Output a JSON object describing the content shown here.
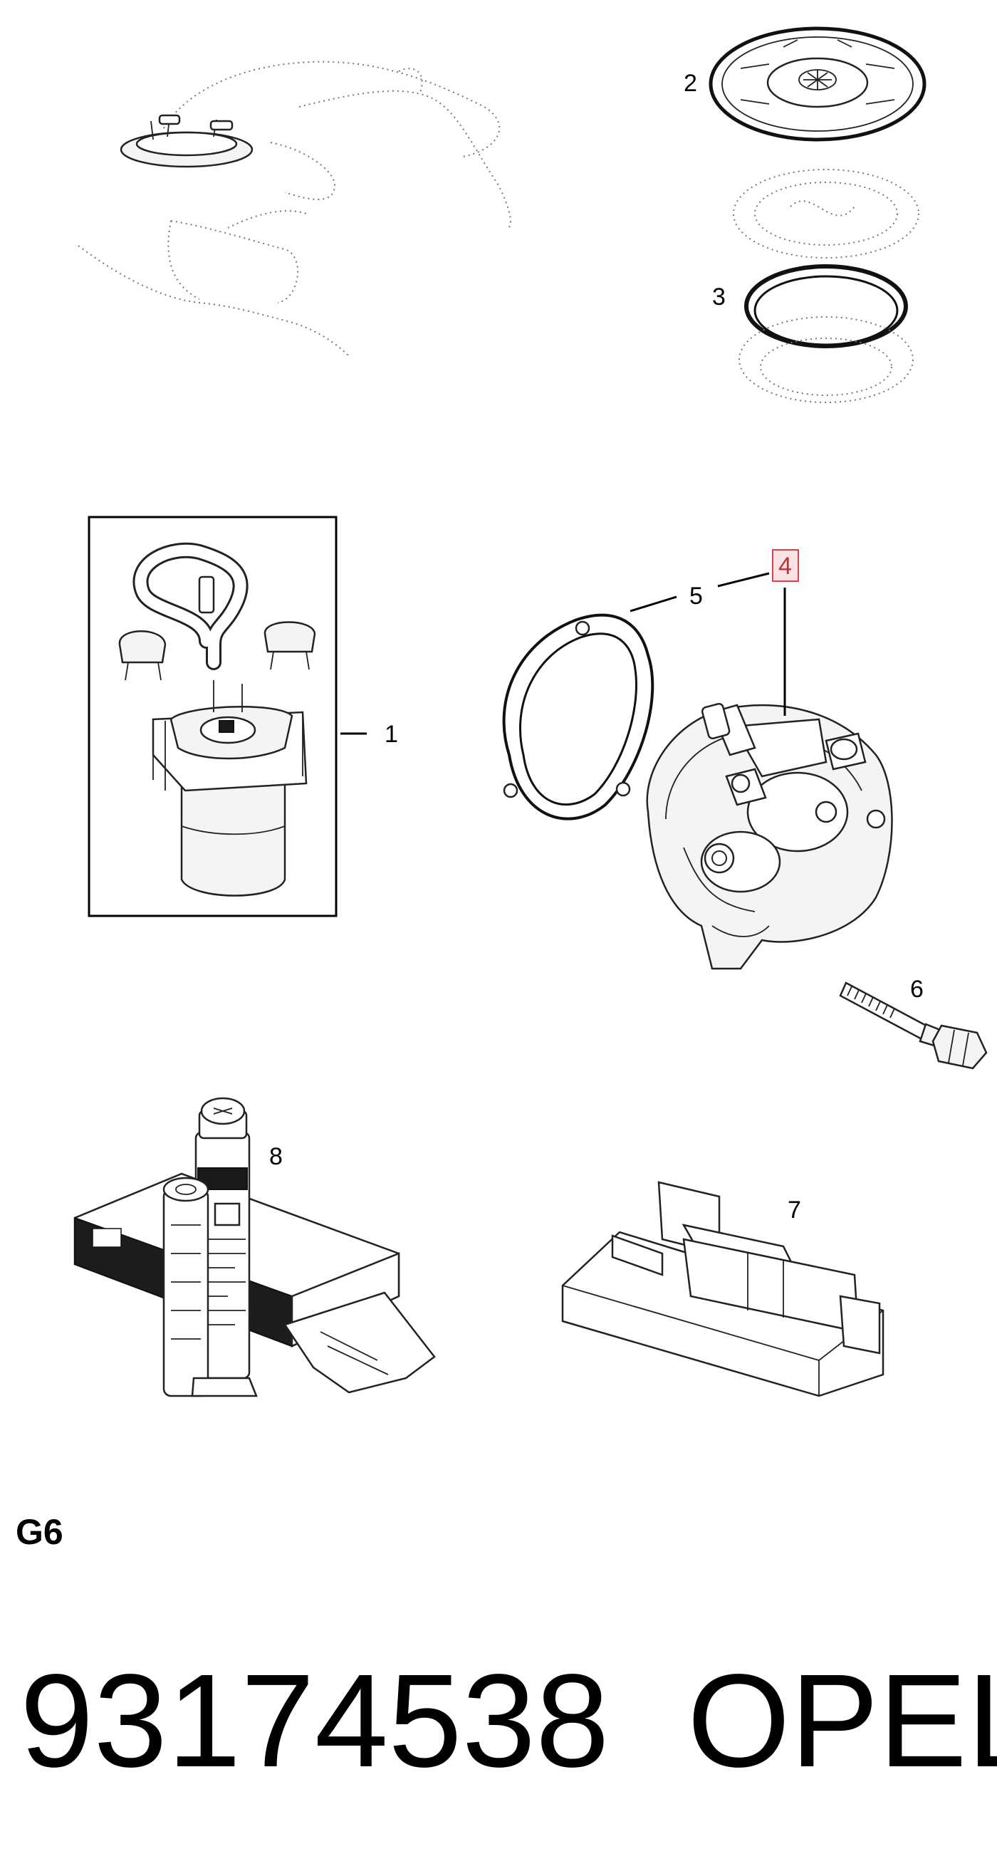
{
  "callouts": {
    "c1": "1",
    "c2": "2",
    "c3": "3",
    "c4": "4",
    "c5": "5",
    "c6": "6",
    "c7": "7",
    "c8": "8"
  },
  "highlight_color": "#d9434b",
  "highlight_fill": "#fbe3e4",
  "section_label": "G6",
  "part_number": "93174538",
  "brand": "OPEL"
}
